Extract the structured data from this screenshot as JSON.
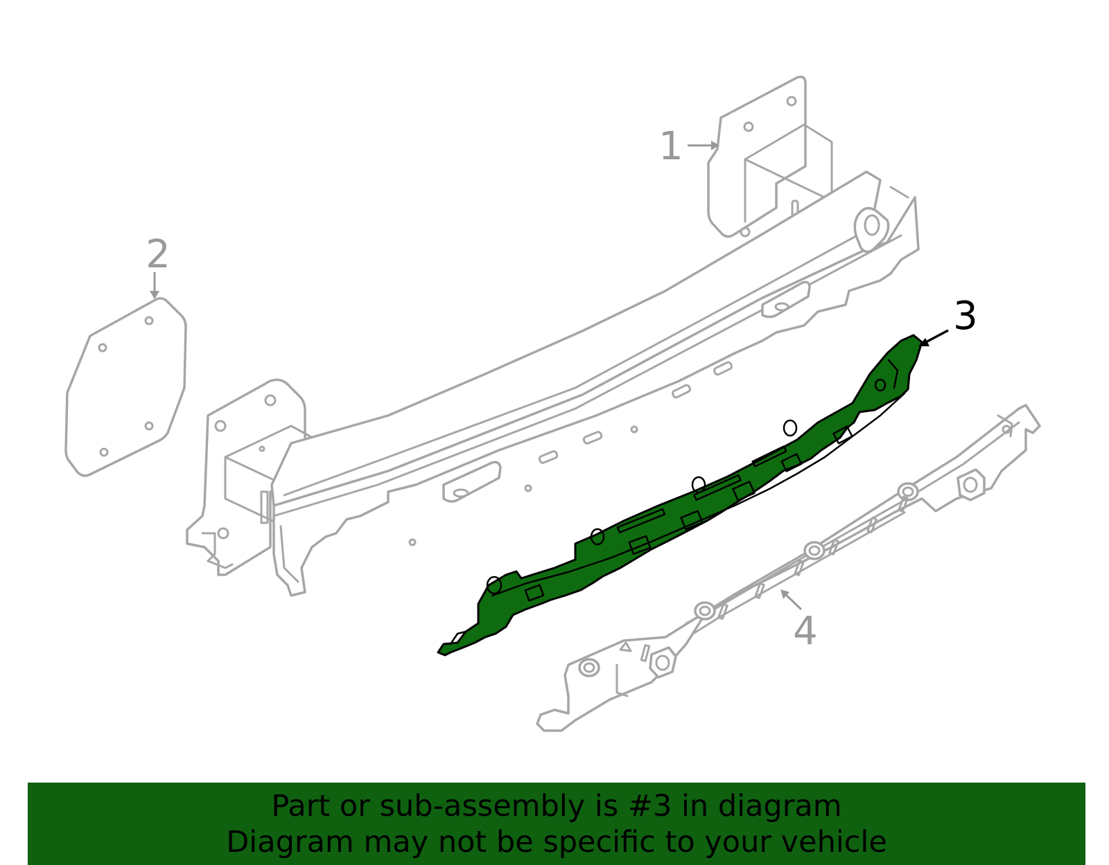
{
  "callouts": [
    {
      "number": "1"
    },
    {
      "number": "2"
    },
    {
      "number": "3"
    },
    {
      "number": "4"
    }
  ],
  "highlighted_part": "3",
  "colors": {
    "highlight_fill": "#0f6b0f",
    "banner_background": "#0f6110",
    "line_gray": "#a6a6a6"
  },
  "banner": {
    "line1": "Part or sub-assembly is #3 in diagram",
    "line2": "Diagram may not be specific to your vehicle"
  }
}
